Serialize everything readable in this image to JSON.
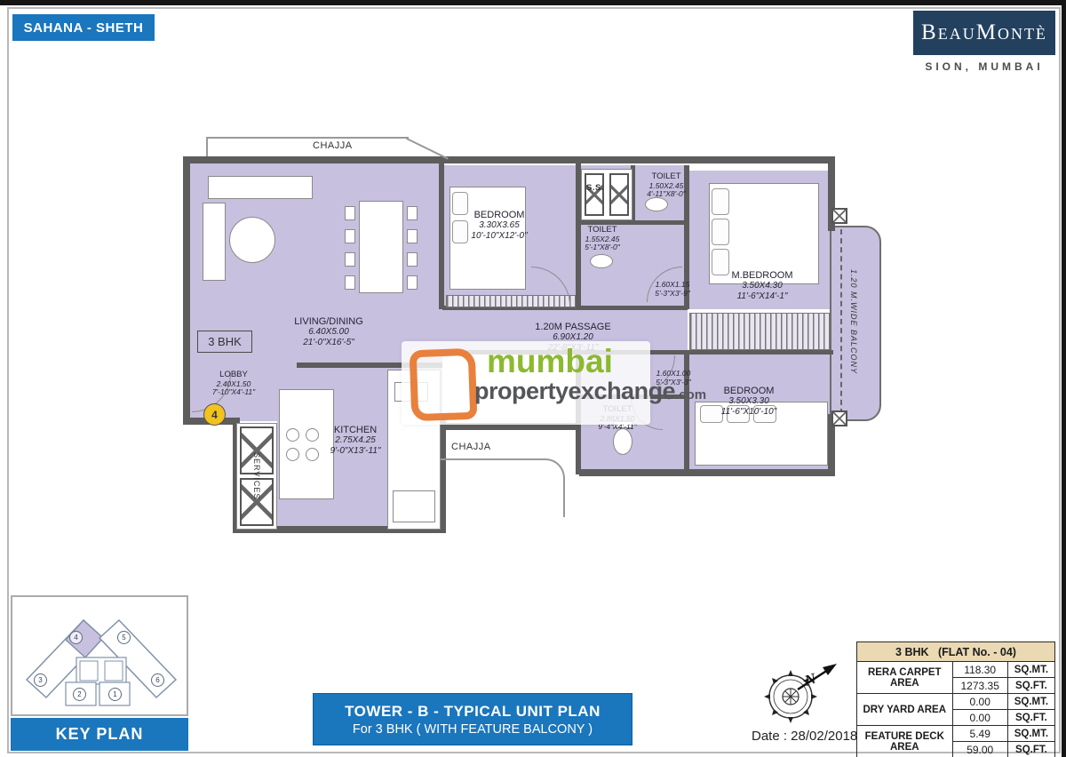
{
  "header": {
    "developer": "SAHANA - SHETH",
    "project_name": "BeauMontè",
    "project_location": "SION, MUMBAI"
  },
  "plan": {
    "unit_type": "3 BHK",
    "unit_number": "4",
    "chajja_top": "CHAJJA",
    "chajja_bottom": "CHAJJA",
    "balcony_label": "1.20 M.WIDE BALCONY",
    "services_label": "SERVICES",
    "ss_label": "S.S.",
    "rooms": [
      {
        "name": "LIVING/DINING",
        "m": "6.40X5.00",
        "ft": "21'-0\"X16'-5\""
      },
      {
        "name": "LOBBY",
        "m": "2.40X1.50",
        "ft": "7'-10\"X4'-11\""
      },
      {
        "name": "KITCHEN",
        "m": "2.75X4.25",
        "ft": "9'-0\"X13'-11\""
      },
      {
        "name": "BEDROOM",
        "m": "3.30X3.65",
        "ft": "10'-10\"X12'-0\""
      },
      {
        "name": "TOILET",
        "m": "1.55X2.45",
        "ft": "5'-1\"X8'-0\""
      },
      {
        "name": "TOILET",
        "m": "1.50X2.45",
        "ft": "4'-11\"X8'-0\""
      },
      {
        "name": "M.BEDROOM",
        "m": "3.50X4.30",
        "ft": "11'-6\"X14'-1\""
      },
      {
        "name": "1.20M PASSAGE",
        "m": "6.90X1.20",
        "ft": "22'-8\"X3'-11\""
      },
      {
        "name": "BEDROOM",
        "m": "3.50X3.30",
        "ft": "11'-6\"X10'-10\""
      },
      {
        "name": "TOILET",
        "m": "2.85X1.50",
        "ft": "9'-4\"X4'-11\""
      }
    ],
    "annotations": [
      {
        "m": "1.60X1.15",
        "ft": "5'-3\"X3'-9\""
      },
      {
        "m": "1.60X1.00",
        "ft": "5'-3\"X3'-3\""
      }
    ]
  },
  "watermark": {
    "line1": "mumbai",
    "line2": "propertyexchange",
    "suffix": ".com"
  },
  "key_plan": {
    "label": "KEY PLAN",
    "units": [
      "1",
      "2",
      "3",
      "4",
      "5",
      "6"
    ],
    "highlight_color": "#c8c0df"
  },
  "title_block": {
    "line1": "TOWER - B - TYPICAL UNIT PLAN",
    "line2": "For 3 BHK ( WITH FEATURE BALCONY )"
  },
  "compass": {
    "north_label": "N"
  },
  "date_label": "Date : 28/02/2018",
  "area_table": {
    "unit": "3 BHK",
    "flat": "(FLAT No. - 04)",
    "units": {
      "mt": "SQ.MT.",
      "ft": "SQ.FT."
    },
    "rows": [
      {
        "label": "RERA CARPET AREA",
        "sqmt": "118.30",
        "sqft": "1273.35"
      },
      {
        "label": "DRY YARD AREA",
        "sqmt": "0.00",
        "sqft": "0.00"
      },
      {
        "label": "FEATURE DECK AREA",
        "sqmt": "5.49",
        "sqft": "59.00"
      }
    ]
  },
  "colors": {
    "accent_blue": "#1a76bd",
    "logo_navy": "#23405f",
    "room_purple": "#c8c0df",
    "table_header": "#ead9b2",
    "marker_yellow": "#f2c21d",
    "wm_green": "#8cb930",
    "wm_orange": "#e8813d"
  }
}
